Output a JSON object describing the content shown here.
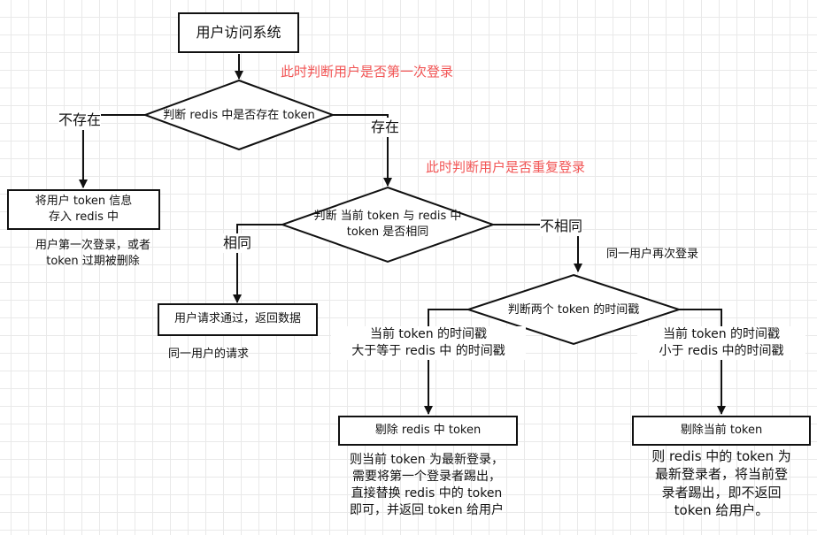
{
  "nodes": {
    "start": "用户访问系统",
    "d1": "判断 redis 中是否存在 token",
    "store_token": [
      "将用户 token 信息",
      "存入 redis 中"
    ],
    "d2": [
      "判断 当前 token 与 redis 中",
      "token 是否相同"
    ],
    "pass": "用户请求通过，返回数据",
    "d3": "判断两个 token 的时间戳",
    "remove_redis": "剔除 redis 中 token",
    "remove_current": "剔除当前 token"
  },
  "edge_labels": {
    "not_exist": "不存在",
    "exist": "存在",
    "same": "相同",
    "different": "不相同",
    "ts_gte": [
      "当前 token 的时间戳",
      "大于等于 redis 中 的时间戳"
    ],
    "ts_lt": [
      "当前 token 的时间戳",
      "小于 redis 中的时间戳"
    ]
  },
  "notes": {
    "check_first": "此时判断用户是否第一次登录",
    "check_repeat": "此时判断用户是否重复登录",
    "first_login": [
      "用户第一次登录，或者",
      "token 过期被删除"
    ],
    "same_user_request": "同一用户的请求",
    "same_user_relogin": "同一用户再次登录",
    "kick_first": [
      "则当前 token 为最新登录，",
      "需要将第一个登录者踢出，",
      "直接替换 redis 中的 token",
      "即可，并返回 token 给用户"
    ],
    "kick_current": [
      "则 redis 中的 token 为",
      "最新登录者，将当前登",
      "录者踢出，即不返回",
      "token 给用户。"
    ]
  },
  "colors": {
    "note_red": "#f25555",
    "line": "#111111"
  }
}
